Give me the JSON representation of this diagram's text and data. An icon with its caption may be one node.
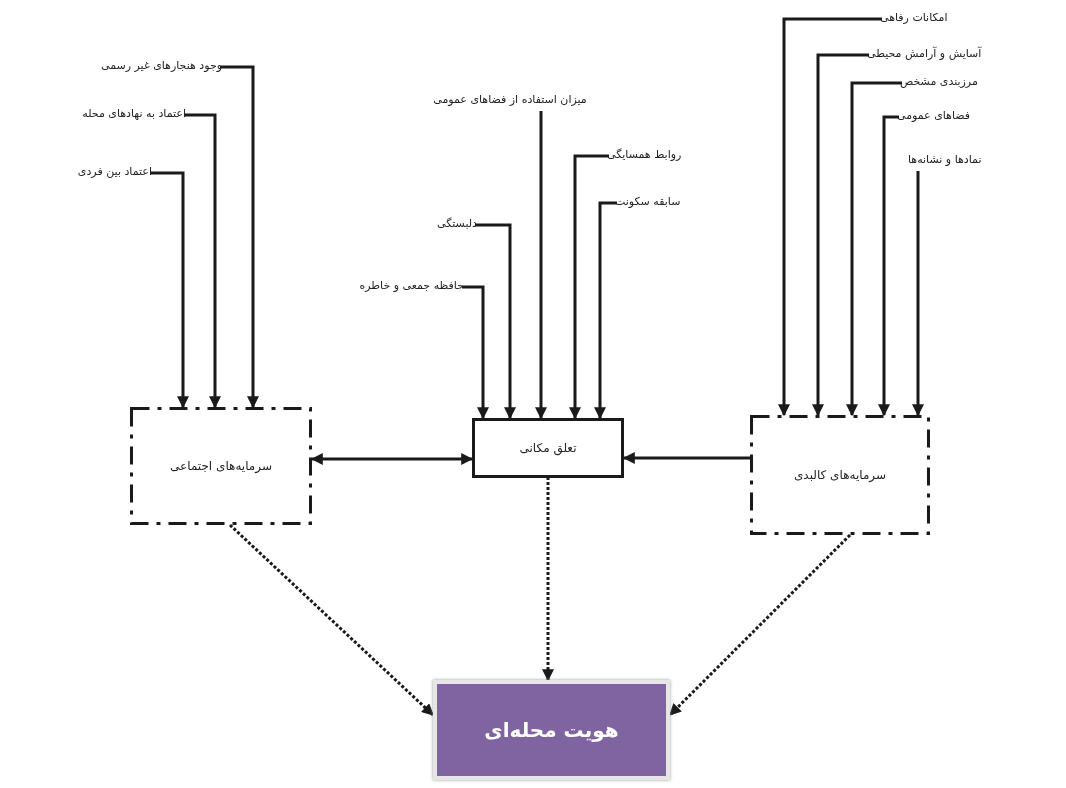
{
  "diagram": {
    "nodes": [
      {
        "text": [
          "وجود هنجارهای غیر رسمی"
        ]
      },
      {
        "text": [
          "اعتماد به نهادهای محله"
        ]
      },
      {
        "text": [
          "اعتماد بین فردی"
        ]
      },
      {
        "text": [
          "میزان استفاده از فضاهای عمومی"
        ]
      },
      {
        "text": [
          "روابط همسایگی"
        ]
      },
      {
        "text": [
          "سابقه سکونت"
        ]
      },
      {
        "text": [
          "دلبستگی"
        ]
      },
      {
        "text": [
          "حافظه جمعی و خاطره"
        ]
      },
      {
        "text": [
          "امکانات رفاهی"
        ]
      },
      {
        "text": [
          "آسایش و آرامش محیطی"
        ]
      },
      {
        "text": [
          "مرزبندی مشخص"
        ]
      },
      {
        "text": [
          "فضاهای عمومی"
        ]
      },
      {
        "text": [
          "نمادها و نشانه‌ها"
        ]
      },
      {
        "text": [
          "سرمایه‌های اجتماعی"
        ]
      },
      {
        "text": [
          "تعلق مکانی"
        ]
      },
      {
        "text": [
          "سرمایه‌های کالبدی"
        ]
      },
      {
        "text": [
          "هویت محله‌ای"
        ]
      }
    ],
    "edges": [
      {
        "from": 0,
        "to": 13,
        "arrow": "to"
      },
      {
        "from": 1,
        "to": 13,
        "arrow": "to"
      },
      {
        "from": 2,
        "to": 13,
        "arrow": "to"
      },
      {
        "from": 3,
        "to": 14,
        "arrow": "to"
      },
      {
        "from": 4,
        "to": 14,
        "arrow": "to"
      },
      {
        "from": 5,
        "to": 14,
        "arrow": "to"
      },
      {
        "from": 6,
        "to": 14,
        "arrow": "to"
      },
      {
        "from": 7,
        "to": 14,
        "arrow": "to"
      },
      {
        "from": 8,
        "to": 15,
        "arrow": "to"
      },
      {
        "from": 9,
        "to": 15,
        "arrow": "to"
      },
      {
        "from": 10,
        "to": 15,
        "arrow": "to"
      },
      {
        "from": 11,
        "to": 15,
        "arrow": "to"
      },
      {
        "from": 12,
        "to": 15,
        "arrow": "to"
      },
      {
        "from": 13,
        "to": 14,
        "arrow": "both"
      },
      {
        "from": 15,
        "to": 14,
        "arrow": "to"
      },
      {
        "from": 13,
        "to": 16,
        "arrow": "to",
        "style": "dashed"
      },
      {
        "from": 14,
        "to": 16,
        "arrow": "to",
        "style": "dashed"
      },
      {
        "from": 15,
        "to": 16,
        "arrow": "to",
        "style": "dashed"
      }
    ]
  }
}
